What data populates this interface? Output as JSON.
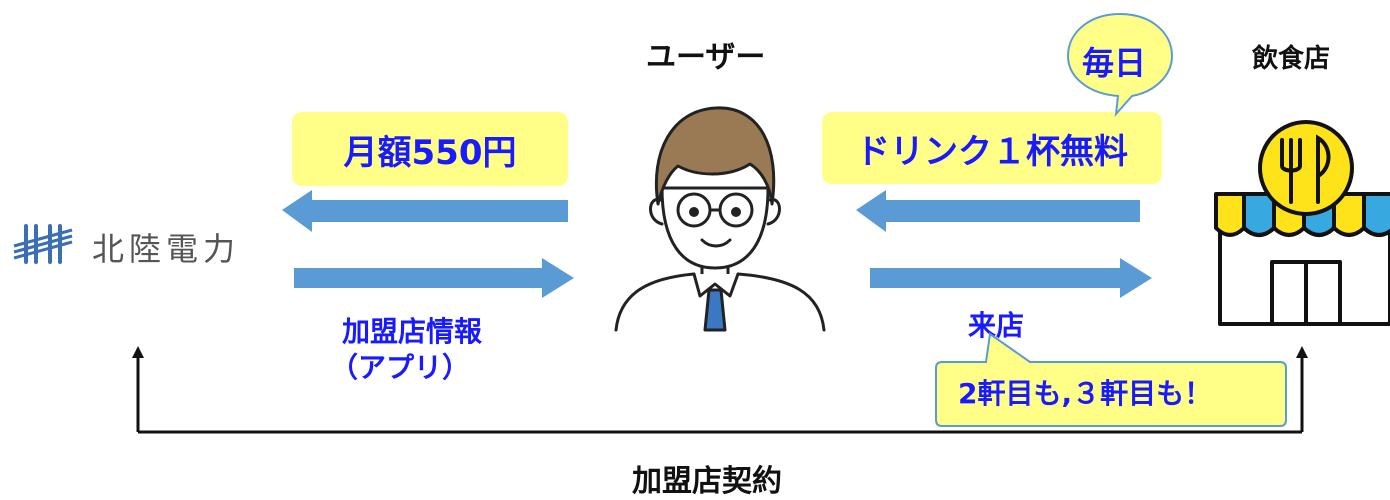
{
  "user": {
    "title": "ユーザー"
  },
  "restaurant": {
    "title": "飲食店"
  },
  "company": {
    "name": "北陸電力"
  },
  "fee": {
    "label": "月額550円"
  },
  "drink": {
    "label": "ドリンク１杯無料"
  },
  "daily": {
    "label": "毎日"
  },
  "member_info": {
    "line1": "加盟店情報",
    "line2": "（アプリ）"
  },
  "visit": {
    "label": "来店"
  },
  "repeat": {
    "label": "2軒目も,３軒目も！"
  },
  "contract": {
    "label": "加盟店契約"
  },
  "colors": {
    "arrow_blue": "#5b9bd5",
    "highlight_yellow": "#ffff88",
    "text_blue": "#1a1aff",
    "bubble_border": "#5b9bd5"
  }
}
